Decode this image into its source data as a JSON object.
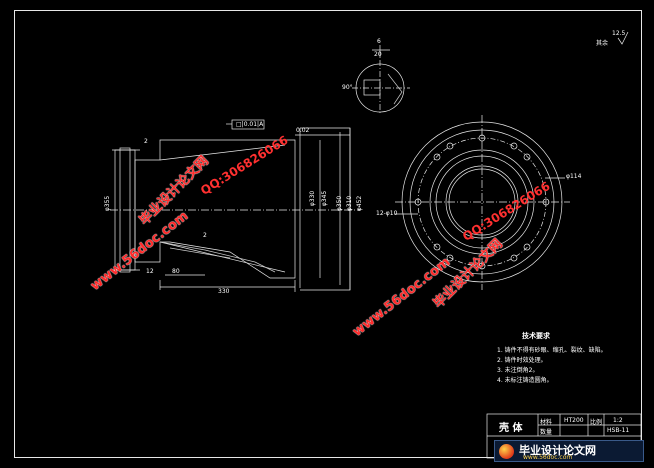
{
  "drawing": {
    "roughness_symbol": "12.5",
    "roughness_note": "其余",
    "dim_small_top": "6",
    "dim_small_width": "20",
    "dim_angle": "90°",
    "dim_box_left": "□|0.01|A",
    "dim_box_right": "0.02",
    "dim_d2": "2",
    "dim_length": "330",
    "dim_80": "80",
    "dim_f2": "2",
    "dim_12": "12",
    "dim_01": "φ114",
    "dim_hole": "12-φ10",
    "dim_phi_left": "φ355",
    "dim_phi_mid1": "φ330",
    "dim_phi_mid2": "φ345",
    "dim_phi_r1": "φ350",
    "dim_phi_r2": "φ310",
    "dim_phi_r3": "φ452"
  },
  "notes": {
    "title": "技术要求",
    "lines": [
      "1. 铸件不得有砂眼、缩孔、裂纹、缺陷。",
      "2. 铸件时效处理。",
      "3. 未注倒角2。",
      "4. 未标注铸造圆角。"
    ]
  },
  "titleblock": {
    "name": "壳 体",
    "material_label": "材料",
    "material": "HT200",
    "scale_label": "比例",
    "scale": "1:2",
    "qty_label": "数量",
    "drawing_no": "HSB-11"
  },
  "watermarks": {
    "site": "www.56doc.com",
    "brand": "毕业设计论文网",
    "qq": "QQ:306826066"
  },
  "banner": {
    "main": "毕业设计论文网",
    "sub": "www.56doc.com"
  },
  "colors": {
    "line": "#e8e8e8",
    "watermark_red": "#ff2a2a",
    "banner_bg": "#0b1a33"
  }
}
